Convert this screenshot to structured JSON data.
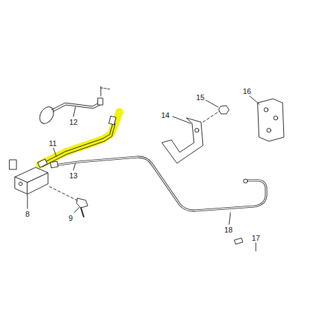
{
  "diagram": {
    "labels": [
      "12",
      "11",
      "13",
      "8",
      "9",
      "14",
      "15",
      "16",
      "18",
      "17"
    ]
  }
}
